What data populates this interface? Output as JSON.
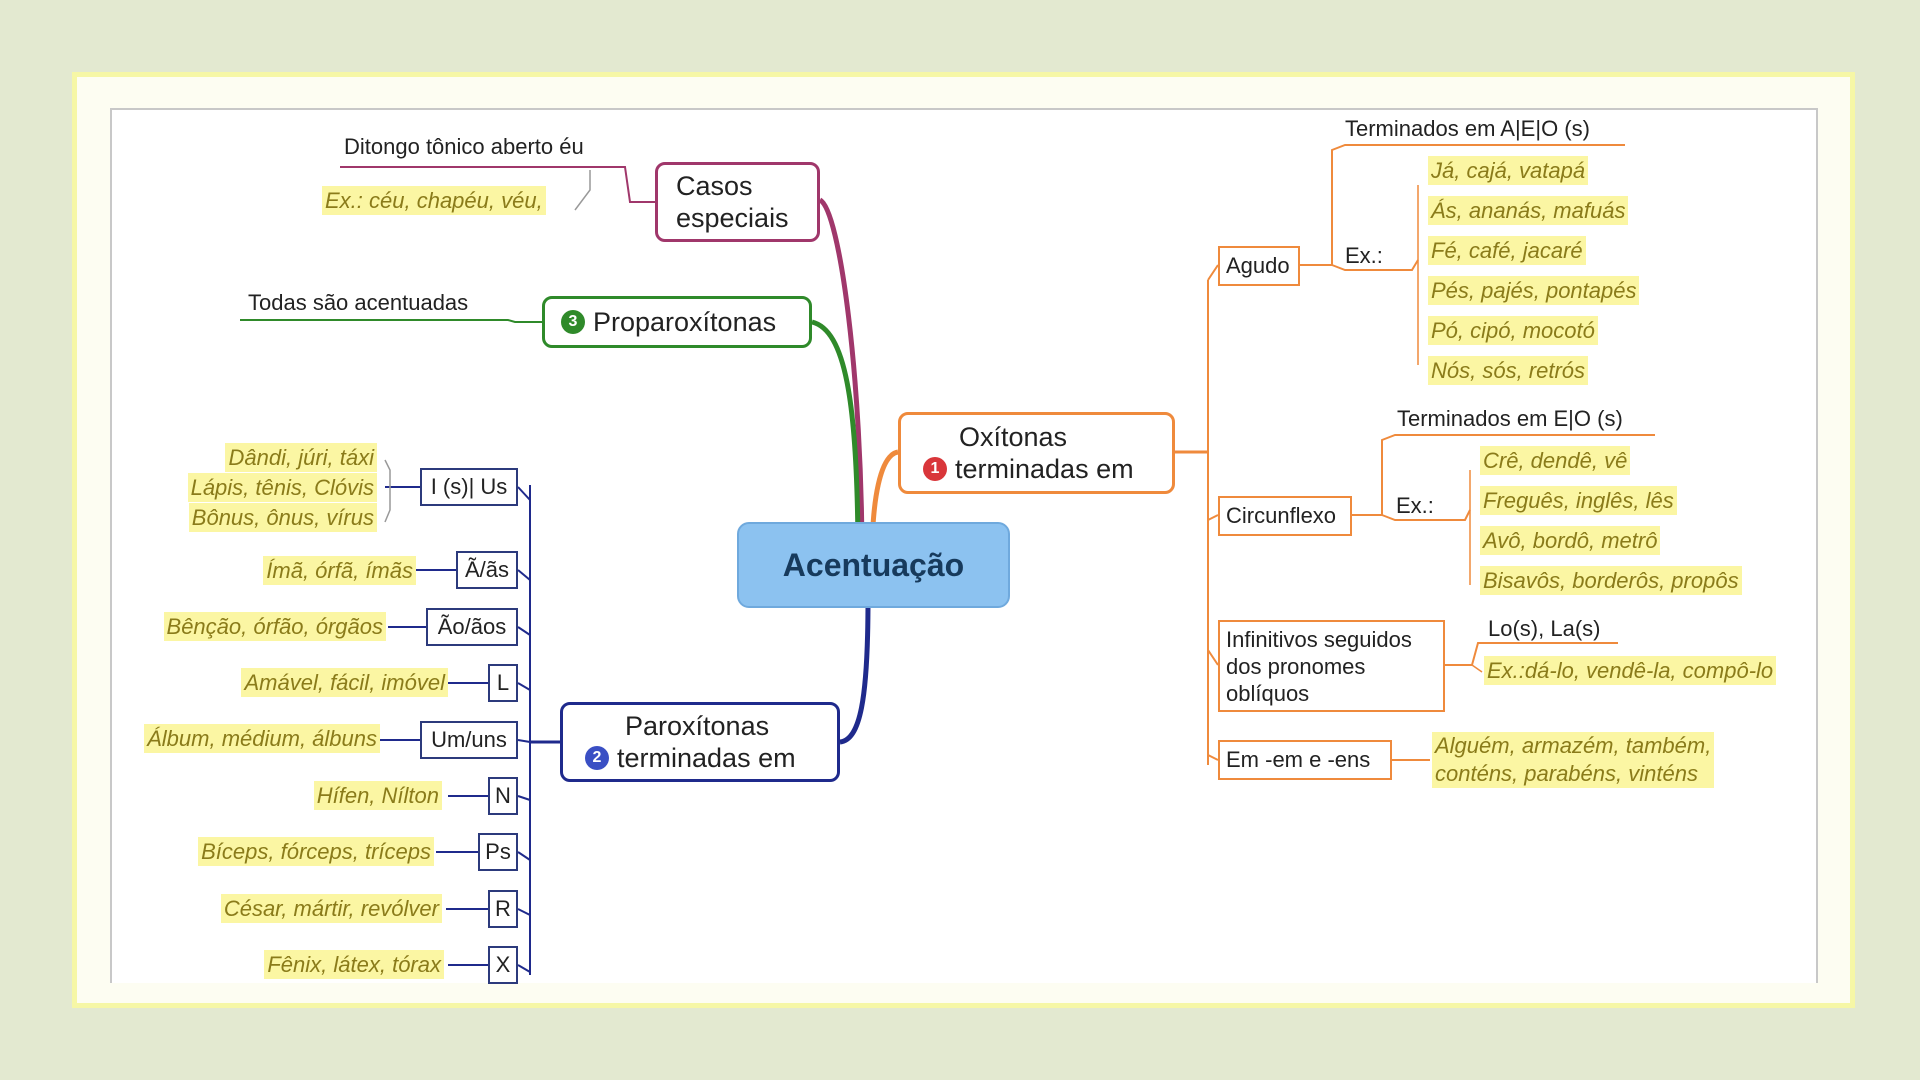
{
  "center": "Acentuação",
  "casos": {
    "label": "Casos especiais",
    "rule": "Ditongo tônico aberto éu",
    "example": "Ex.: céu, chapéu, véu,"
  },
  "proparoxitonas": {
    "number": "3",
    "label": "Proparoxítonas",
    "rule": "Todas são acentuadas"
  },
  "oxitonas": {
    "number": "1",
    "label_line1": "Oxítonas",
    "label_line2": "terminadas em",
    "agudo": {
      "label": "Agudo",
      "heading": "Terminados em A|E|O (s)",
      "ex_label": "Ex.:",
      "examples": [
        "Já, cajá, vatapá",
        "Ás, ananás, mafuás",
        "Fé, café, jacaré",
        "Pés, pajés, pontapés",
        "Pó, cipó, mocotó",
        "Nós, sós, retrós"
      ]
    },
    "circunflexo": {
      "label": "Circunflexo",
      "heading": "Terminados em E|O (s)",
      "ex_label": "Ex.:",
      "examples": [
        "Crê, dendê, vê",
        "Freguês, inglês, lês",
        "Avô, bordô, metrô",
        "Bisavôs, borderôs, propôs"
      ]
    },
    "infinitivos": {
      "label": "Infinitivos seguidos dos pronomes oblíquos",
      "heading": "Lo(s), La(s)",
      "example": "Ex.:dá-lo, vendê-la, compô-lo"
    },
    "em_ens": {
      "label": "Em -em e -ens",
      "examples": [
        "Alguém, armazém, também,",
        "conténs, parabéns, vinténs"
      ]
    }
  },
  "paroxitonas": {
    "number": "2",
    "label_line1": "Paroxítonas",
    "label_line2": "terminadas em",
    "endings": [
      {
        "ending": "I (s)| Us",
        "examples": [
          "Dândi, júri, táxi",
          "Lápis, tênis, Clóvis",
          "Bônus, ônus, vírus"
        ]
      },
      {
        "ending": "Ã/ãs",
        "examples": [
          "Ímã, órfã, ímãs"
        ]
      },
      {
        "ending": "Ão/ãos",
        "examples": [
          "Bênção, órfão, órgãos"
        ]
      },
      {
        "ending": "L",
        "examples": [
          "Amável, fácil, imóvel"
        ]
      },
      {
        "ending": "Um/uns",
        "examples": [
          "Álbum, médium, álbuns"
        ]
      },
      {
        "ending": "N",
        "examples": [
          "Hífen, Nílton"
        ]
      },
      {
        "ending": "Ps",
        "examples": [
          "Bíceps, fórceps, tríceps"
        ]
      },
      {
        "ending": "R",
        "examples": [
          "César, mártir, revólver"
        ]
      },
      {
        "ending": "X",
        "examples": [
          "Fênix, látex, tórax"
        ]
      }
    ]
  },
  "colors": {
    "casos": "#a0376b",
    "proparoxitonas": "#2f8a2a",
    "oxitonas": "#ef8a3c",
    "paroxitonas": "#1f2a8c",
    "center_fill": "#8cc2f0",
    "example_fill": "#fbf6a3"
  }
}
